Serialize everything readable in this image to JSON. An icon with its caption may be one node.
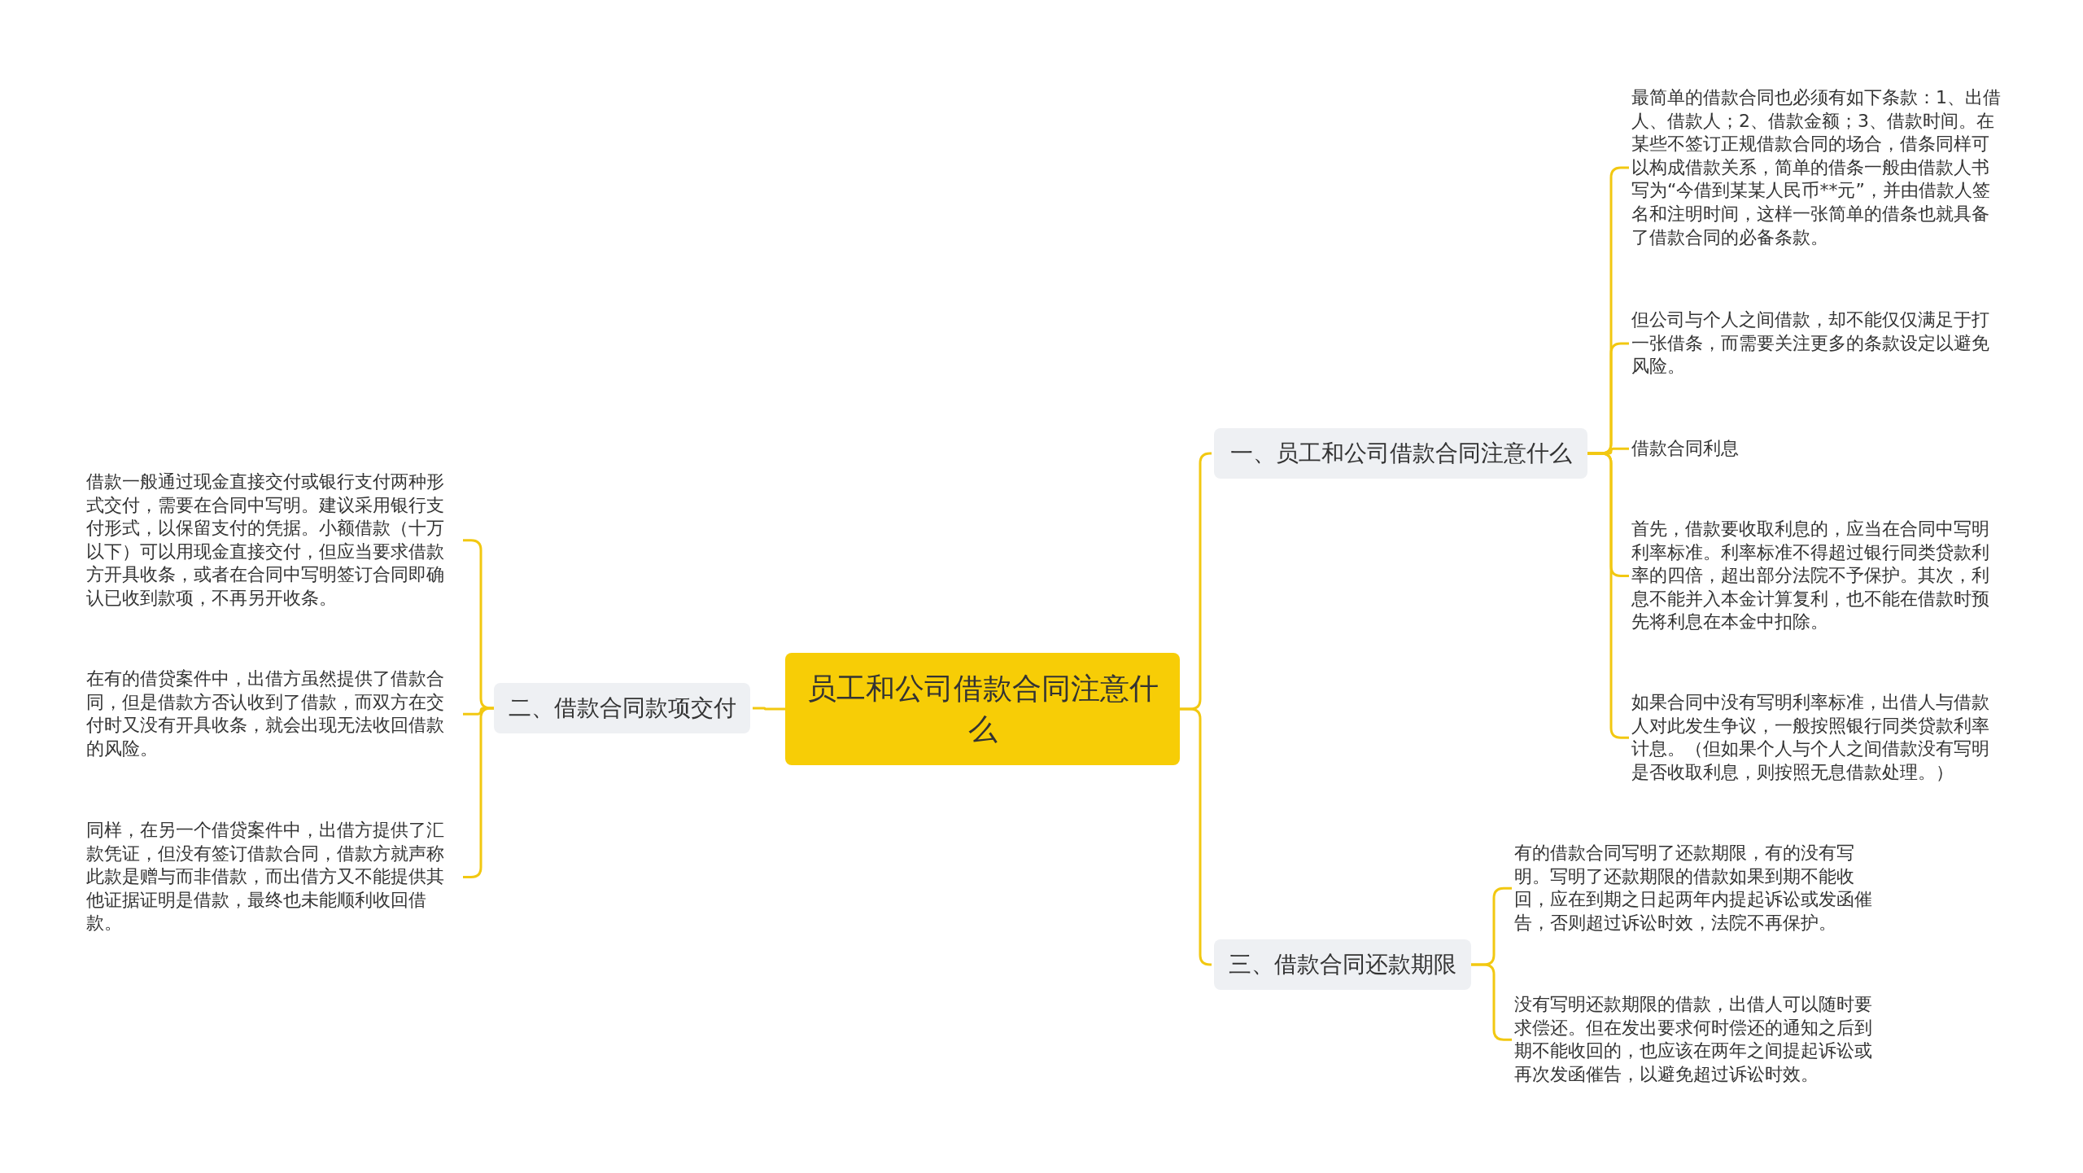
{
  "diagram": {
    "nodes": [
      {
        "text": [
          "员工和公司借款合同注意什么"
        ]
      },
      {
        "text": [
          "一、员工和公司借款合同注意什么"
        ]
      },
      {
        "text": [
          "最简单的借款合同也必须有如下条款：1、出借人、借款人；2、借款金额；3、借款时间。在某些不签订正规借款合同的场合，借条同样可以构成借款关系，简单的借条一般由借款人书写为“今借到某某人民币**元”，并由借款人签名和注明时间，这样一张简单的借条也就具备了借款合同的必备条款。"
        ]
      },
      {
        "text": [
          "但公司与个人之间借款，却不能仅仅满足于打一张借条，而需要关注更多的条款设定以避免风险。"
        ]
      },
      {
        "text": [
          "借款合同利息"
        ]
      },
      {
        "text": [
          "首先，借款要收取利息的，应当在合同中写明利率标准。利率标准不得超过银行同类贷款利率的四倍，超出部分法院不予保护。其次，利息不能并入本金计算复利，也不能在借款时预先将利息在本金中扣除。"
        ]
      },
      {
        "text": [
          "如果合同中没有写明利率标准，出借人与借款人对此发生争议，一般按照银行同类贷款利率计息。（但如果个人与个人之间借款没有写明是否收取利息，则按照无息借款处理。）"
        ]
      },
      {
        "text": [
          "二、借款合同款项交付"
        ]
      },
      {
        "text": [
          "借款一般通过现金直接交付或银行支付两种形式交付，需要在合同中写明。建议采用银行支付形式，以保留支付的凭据。小额借款（十万以下）可以用现金直接交付，但应当要求借款方开具收条，或者在合同中写明签订合同即确认已收到款项，不再另开收条。"
        ]
      },
      {
        "text": [
          "在有的借贷案件中，出借方虽然提供了借款合同，但是借款方否认收到了借款，而双方在交付时又没有开具收条，就会出现无法收回借款的风险。"
        ]
      },
      {
        "text": [
          "同样，在另一个借贷案件中，出借方提供了汇款凭证，但没有签订借款合同，借款方就声称此款是赠与而非借款，而出借方又不能提供其他证据证明是借款，最终也未能顺利收回借款。"
        ]
      },
      {
        "text": [
          "三、借款合同还款期限"
        ]
      },
      {
        "text": [
          "有的借款合同写明了还款期限，有的没有写明。写明了还款期限的借款如果到期不能收回，应在到期之日起两年内提起诉讼或发函催告，否则超过诉讼时效，法院不再保护。"
        ]
      },
      {
        "text": [
          "没有写明还款期限的借款，出借人可以随时要求偿还。但在发出要求何时偿还的通知之后到期不能收回的，也应该在两年之间提起诉讼或再次发函催告，以避免超过诉讼时效。"
        ]
      }
    ],
    "edges": [
      {
        "from": 0,
        "to": 1,
        "arrow": "none"
      },
      {
        "from": 1,
        "to": 2,
        "arrow": "none"
      },
      {
        "from": 1,
        "to": 3,
        "arrow": "none"
      },
      {
        "from": 1,
        "to": 4,
        "arrow": "none"
      },
      {
        "from": 1,
        "to": 5,
        "arrow": "none"
      },
      {
        "from": 1,
        "to": 6,
        "arrow": "none"
      },
      {
        "from": 0,
        "to": 7,
        "arrow": "none"
      },
      {
        "from": 7,
        "to": 8,
        "arrow": "none"
      },
      {
        "from": 7,
        "to": 9,
        "arrow": "none"
      },
      {
        "from": 7,
        "to": 10,
        "arrow": "none"
      },
      {
        "from": 0,
        "to": 11,
        "arrow": "none"
      },
      {
        "from": 11,
        "to": 12,
        "arrow": "none"
      },
      {
        "from": 11,
        "to": 13,
        "arrow": "none"
      }
    ]
  }
}
